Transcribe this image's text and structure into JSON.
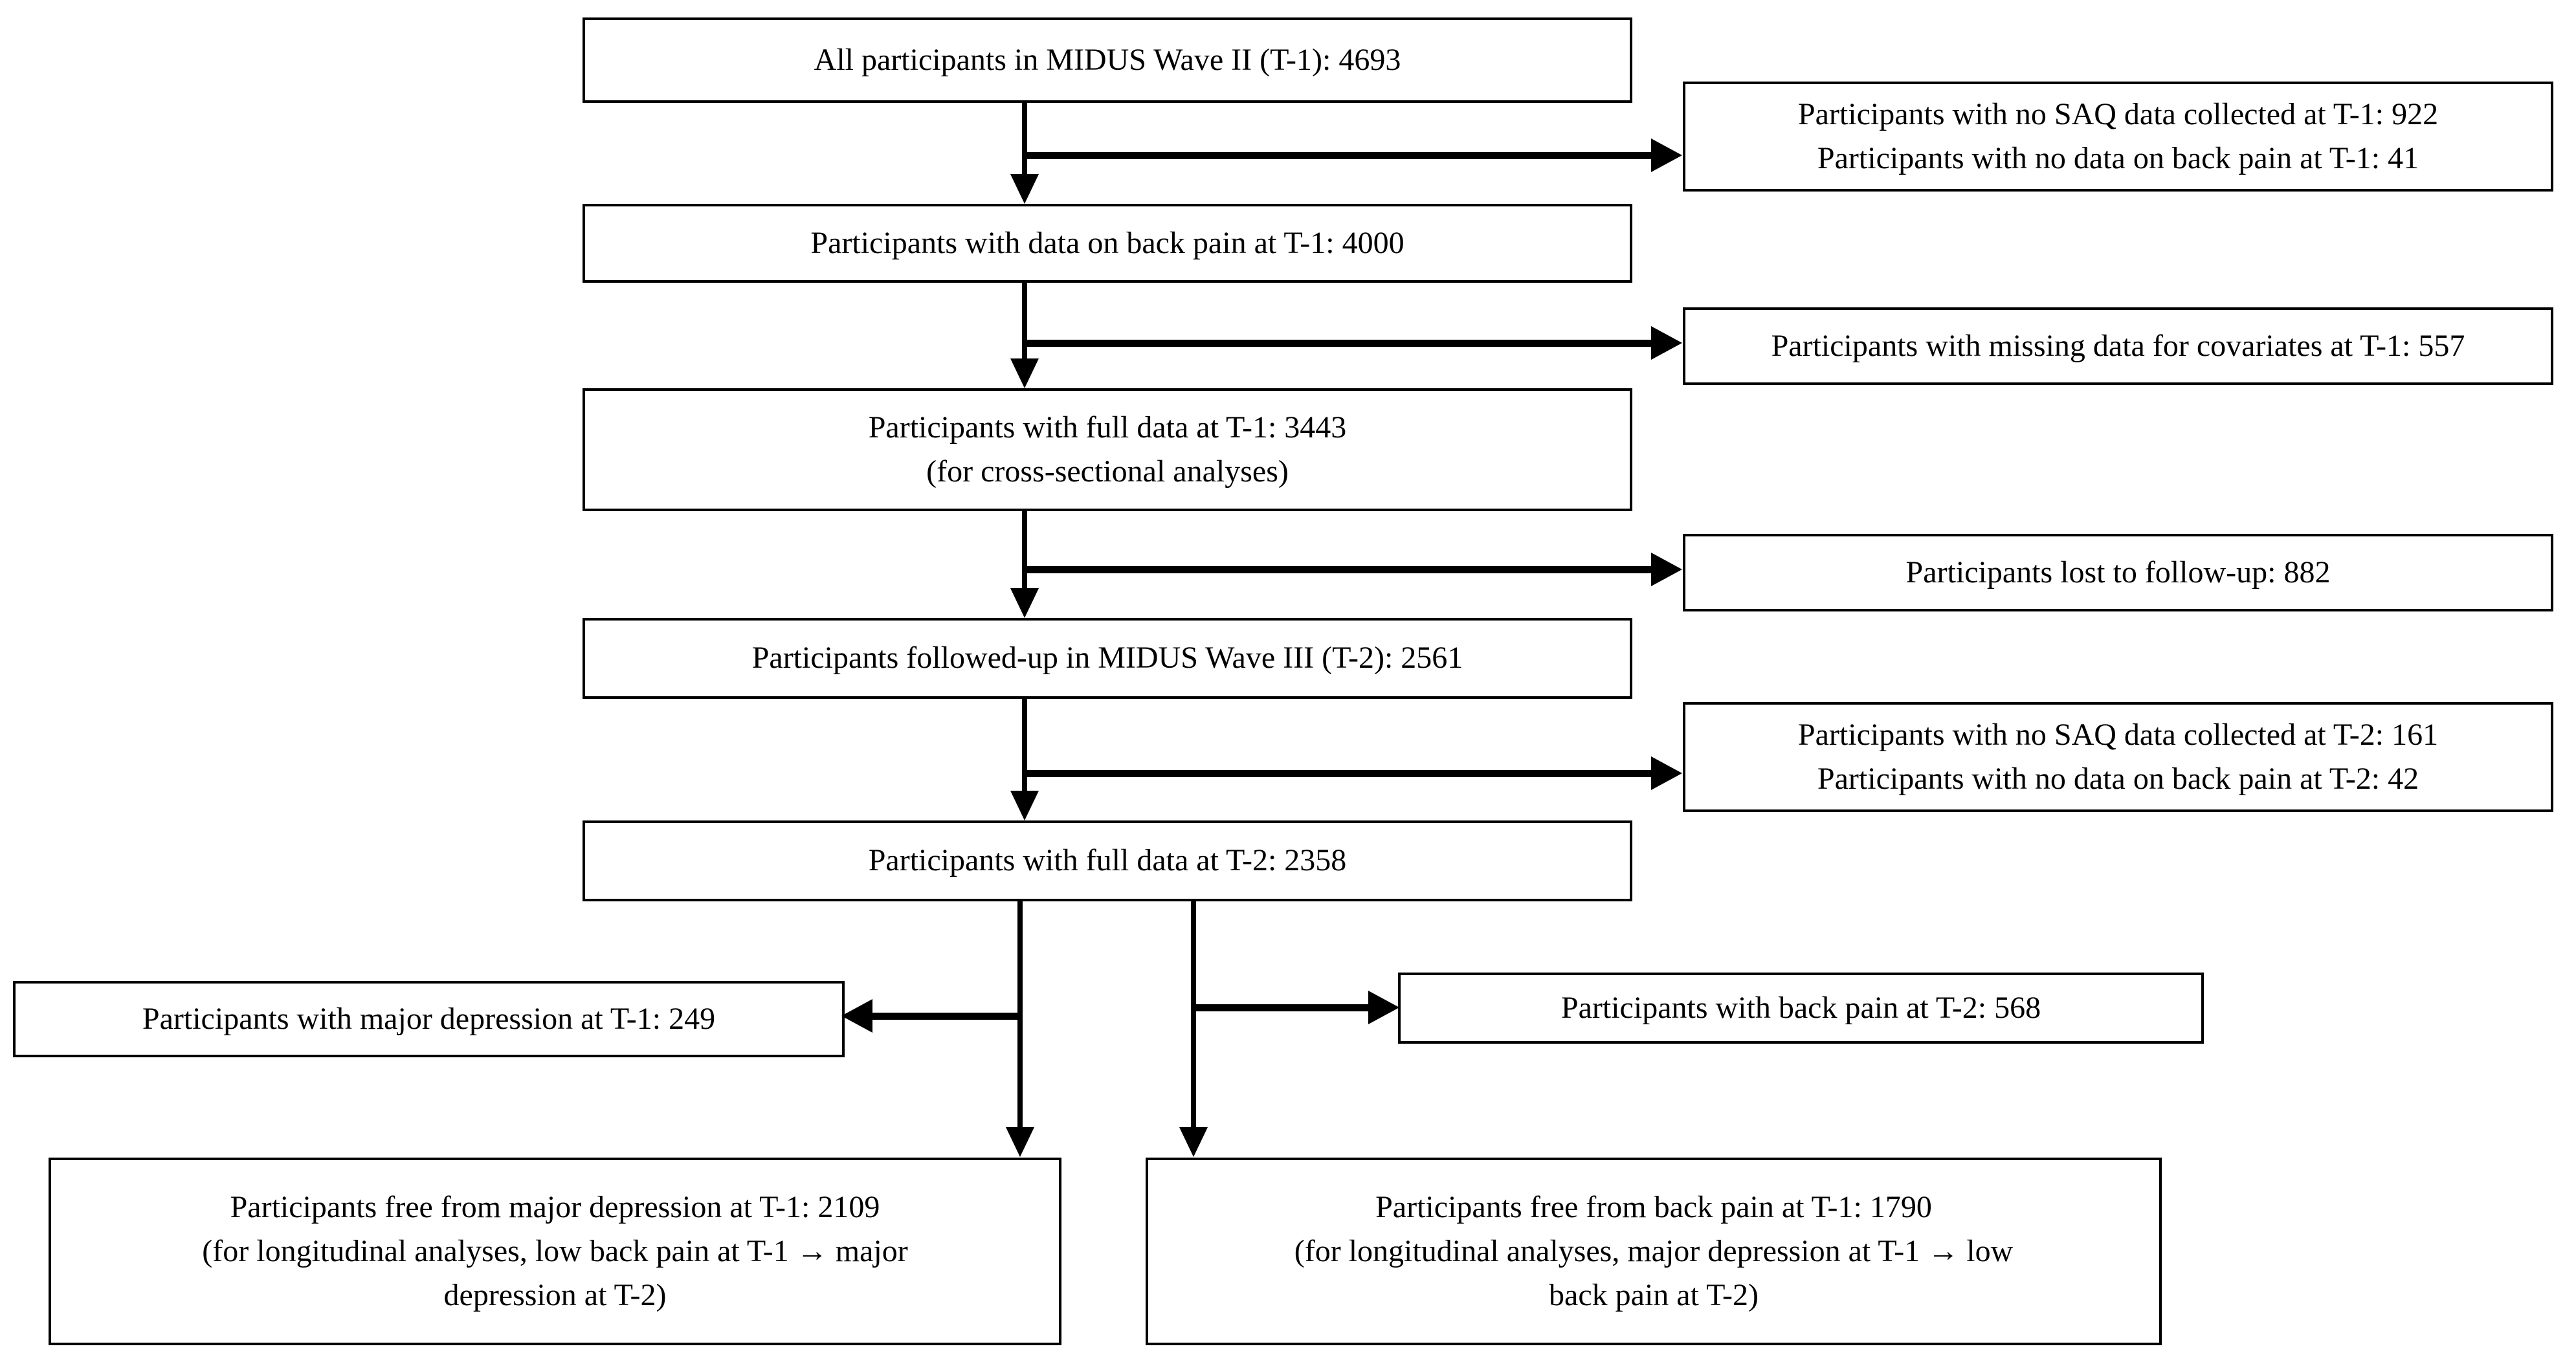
{
  "diagram": {
    "type": "flowchart",
    "title": "MIDUS participant flow diagram",
    "arrow_glyph": "→",
    "colors": {
      "stroke": "#000000",
      "background": "#ffffff",
      "text": "#000000"
    },
    "main_nodes": [
      {
        "id": "n1",
        "label": "All participants in MIDUS Wave II (T-1): 4693"
      },
      {
        "id": "n2",
        "label": "Participants with data on back pain at T-1: 4000"
      },
      {
        "id": "n3",
        "label": "Participants with full data at T-1: 3443\n(for cross-sectional analyses)"
      },
      {
        "id": "n4",
        "label": "Participants followed-up in MIDUS Wave III (T-2): 2561"
      },
      {
        "id": "n5",
        "label": "Participants with full data at T-2: 2358"
      }
    ],
    "exclusion_nodes": [
      {
        "id": "e1",
        "label": "Participants with no SAQ data collected at T-1: 922\nParticipants with no data on back pain at T-1: 41"
      },
      {
        "id": "e2",
        "label": "Participants with missing data for covariates at T-1: 557"
      },
      {
        "id": "e3",
        "label": "Participants lost to follow-up: 882"
      },
      {
        "id": "e4",
        "label": "Participants with no SAQ data collected at T-2: 161\nParticipants with no data on back pain at T-2: 42"
      }
    ],
    "outcome_nodes": [
      {
        "id": "o1",
        "label": "Participants with major depression at T-1: 249"
      },
      {
        "id": "o2",
        "label": "Participants with back pain at T-2: 568"
      },
      {
        "id": "o3",
        "label": "Participants free from major depression at T-1: 2109\n(for longitudinal analyses, low back pain at T-1 → major\ndepression at T-2)"
      },
      {
        "id": "o4",
        "label": "Participants free from back pain at T-1: 1790\n(for longitudinal analyses, major depression at T-1 → low\nback pain at T-2)"
      }
    ]
  }
}
